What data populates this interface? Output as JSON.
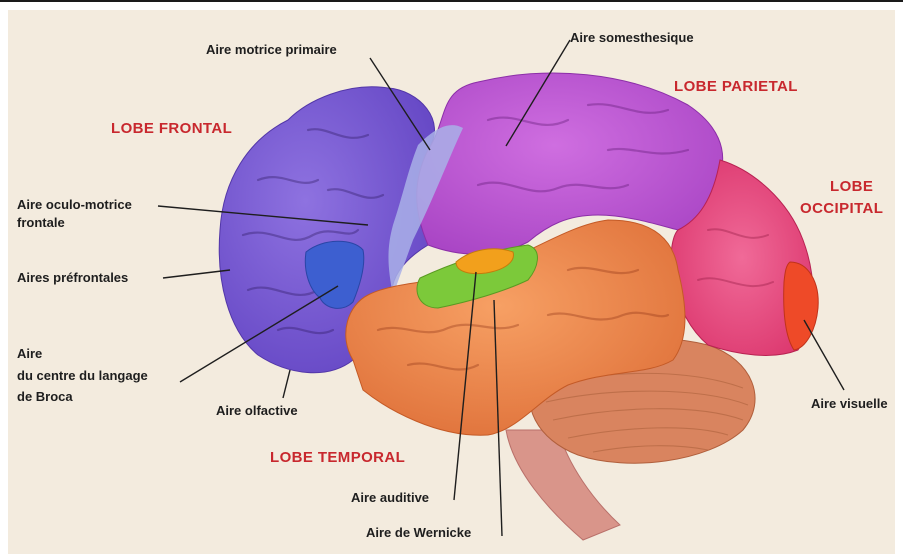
{
  "lobes": {
    "frontal": "LOBE FRONTAL",
    "parietal": "LOBE PARIETAL",
    "occipital_line1": "LOBE",
    "occipital_line2": "OCCIPITAL",
    "temporal": "LOBE TEMPORAL"
  },
  "areas": {
    "motor": "Aire motrice primaire",
    "somatosensory": "Aire  somesthesique",
    "oculomotor_line1": "Aire oculo-motrice",
    "oculomotor_line2": "frontale",
    "prefrontal": "Aires préfrontales",
    "broca_line1": "Aire",
    "broca_line2": "du centre du langage",
    "broca_line3": "de Broca",
    "olfactory": "Aire olfactive",
    "visual": "Aire visuelle",
    "auditory": "Aire auditive",
    "wernicke": "Aire de Wernicke"
  },
  "colors": {
    "frontal": "#7e5fd6",
    "parietal": "#c35bd8",
    "occipital": "#e8467d",
    "temporal": "#f08a4b",
    "cerebellum": "#d9845f",
    "motor_strip": "#a9b0e8",
    "broca": "#3d5fd0",
    "auditory": "#7cc93a",
    "wernicke": "#f2a01c",
    "visual": "#ee4a28",
    "label_red": "#c8282e"
  }
}
